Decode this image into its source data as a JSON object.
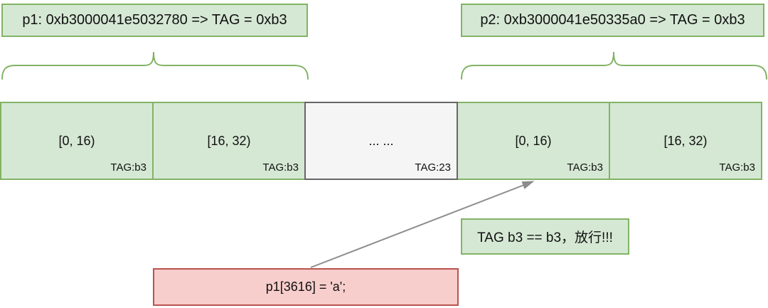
{
  "diagram": {
    "pointers": [
      {
        "label": "p1: 0xb3000041e5032780 => TAG = 0xb3"
      },
      {
        "label": "p2: 0xb3000041e50335a0 => TAG = 0xb3"
      }
    ],
    "memory_cells": [
      {
        "range": "[0, 16)",
        "tag": "TAG:b3",
        "state": "tagged-b3"
      },
      {
        "range": "[16, 32)",
        "tag": "TAG:b3",
        "state": "tagged-b3"
      },
      {
        "range": "... ...",
        "tag": "TAG:23",
        "state": "other-tag"
      },
      {
        "range": "[0, 16)",
        "tag": "TAG:b3",
        "state": "tagged-b3"
      },
      {
        "range": "[16, 32)",
        "tag": "TAG:b3",
        "state": "tagged-b3"
      }
    ],
    "callout": {
      "text": "TAG b3 == b3，放行!!!"
    },
    "code": {
      "text": "p1[3616] = 'a';"
    },
    "colors": {
      "green_fill": "#d5e8d4",
      "green_stroke": "#82b366",
      "gray_fill": "#f5f5f5",
      "gray_stroke": "#666666",
      "red_fill": "#f8cecc",
      "red_stroke": "#b85450",
      "arrow": "#8c8c8c",
      "text": "#111111",
      "background": "#ffffff"
    }
  }
}
